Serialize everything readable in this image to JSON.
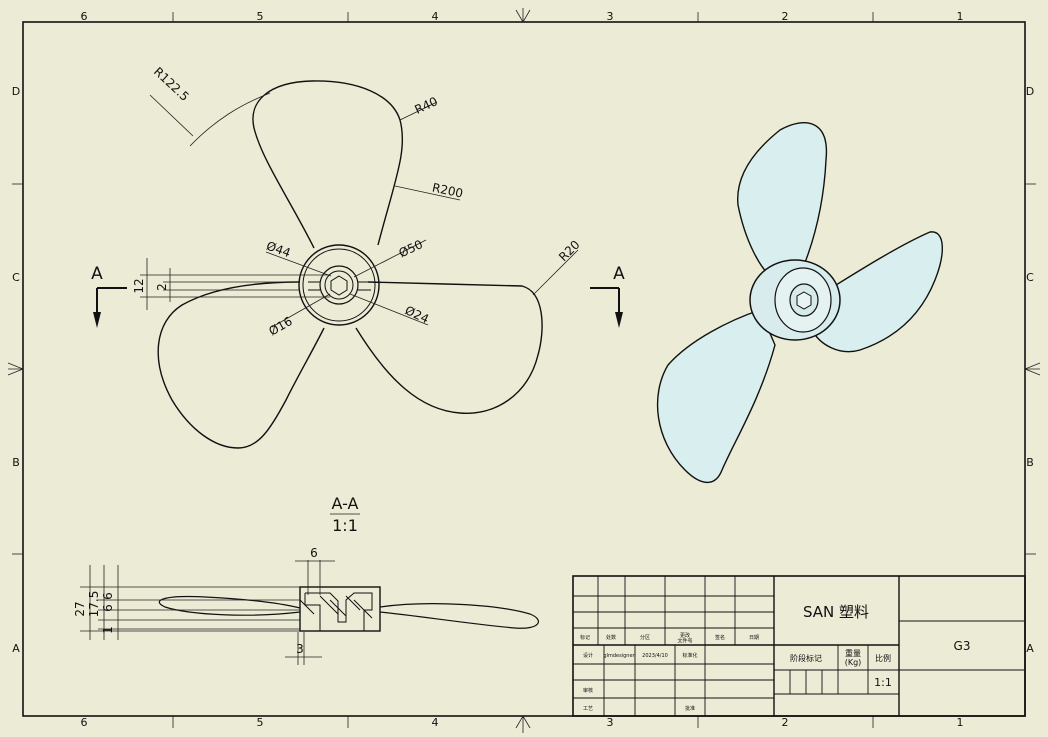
{
  "colors": {
    "paper": "#ecebd6",
    "line": "#111111",
    "shade": "#d9eeee"
  },
  "border": {
    "columns_top": [
      "6",
      "5",
      "4",
      "3",
      "2",
      "1"
    ],
    "columns_bottom": [
      "6",
      "5",
      "4",
      "3",
      "2",
      "1"
    ],
    "rows_left": [
      "D",
      "C",
      "B",
      "A"
    ],
    "rows_right": [
      "D",
      "C",
      "B",
      "A"
    ]
  },
  "front_view": {
    "dimensions": {
      "r122": "R122.5",
      "r40": "R40",
      "r200": "R200",
      "r20": "R20",
      "d44": "Ø44",
      "d50": "Ø50",
      "d16": "Ø16",
      "d24": "Ø24",
      "v12": "12",
      "v2": "2"
    },
    "section_marker_left": "A",
    "section_marker_right": "A"
  },
  "section_view": {
    "label": "A-A",
    "scale": "1:1",
    "dimensions": {
      "h27": "27",
      "h17": "17.5",
      "h6a": "6",
      "h6b": "6",
      "h1": "1",
      "w6": "6",
      "w3": "3"
    }
  },
  "title_block": {
    "material": "SAN 塑料",
    "code": "G3",
    "labels": {
      "mark": "标记",
      "count": "处数",
      "zone": "分区",
      "change_doc": "更改\n文件号",
      "sign": "签名",
      "date": "日期",
      "design": "设计",
      "designer": "glmdesigner",
      "design_date": "2023/4/10",
      "standard": "标准化",
      "stage": "阶段标记",
      "weight": "重量\n(Kg)",
      "scale_label": "比例",
      "review": "审核",
      "process": "工艺",
      "approve": "批准"
    },
    "scale_value": "1:1"
  }
}
